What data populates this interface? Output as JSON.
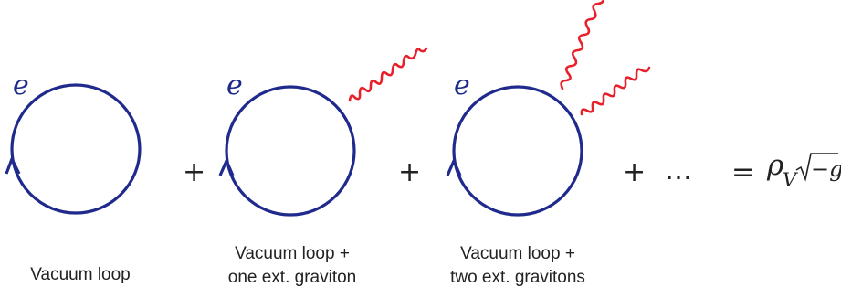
{
  "diagrams": [
    {
      "particle_label": "e",
      "external_gravitons": 0,
      "caption_lines": [
        "Vacuum loop"
      ]
    },
    {
      "particle_label": "e",
      "external_gravitons": 1,
      "caption_lines": [
        "Vacuum loop +",
        "one ext. graviton"
      ]
    },
    {
      "particle_label": "e",
      "external_gravitons": 2,
      "caption_lines": [
        "Vacuum loop +",
        "two ext. gravitons"
      ]
    }
  ],
  "operators": {
    "plus": "+",
    "ellipsis": "…",
    "equals": "="
  },
  "result": {
    "symbol": "ρ",
    "subscript": "V",
    "radicand": "−g"
  },
  "colors": {
    "fermion_loop": "#1f2a8c",
    "graviton": "#e8202a",
    "text": "#222222"
  }
}
